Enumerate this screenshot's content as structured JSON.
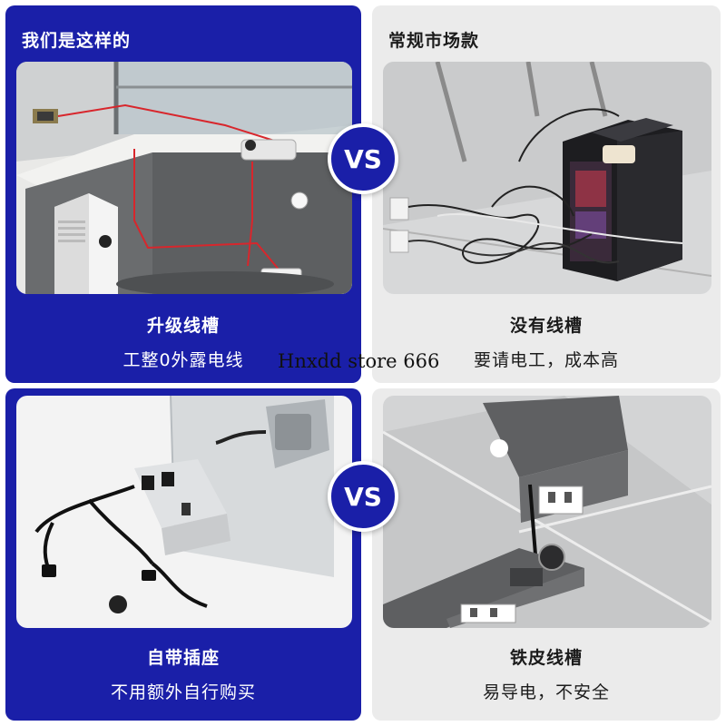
{
  "left_top": {
    "title": "我们是这样的",
    "caption_title": "升级线槽",
    "caption_sub": "工整0外露电线"
  },
  "right_top": {
    "title": "常规市场款",
    "caption_title": "没有线槽",
    "caption_sub": "要请电工，成本高"
  },
  "left_bottom": {
    "caption_title": "自带插座",
    "caption_sub": "不用额外自行购买"
  },
  "right_bottom": {
    "caption_title": "铁皮线槽",
    "caption_sub": "易导电，不安全"
  },
  "vs_label": "VS",
  "watermark": "Hnxdd store 666",
  "colors": {
    "brand_blue": "#1a1fa8",
    "panel_gray": "#ebebeb",
    "cable_red": "#d8262c"
  }
}
